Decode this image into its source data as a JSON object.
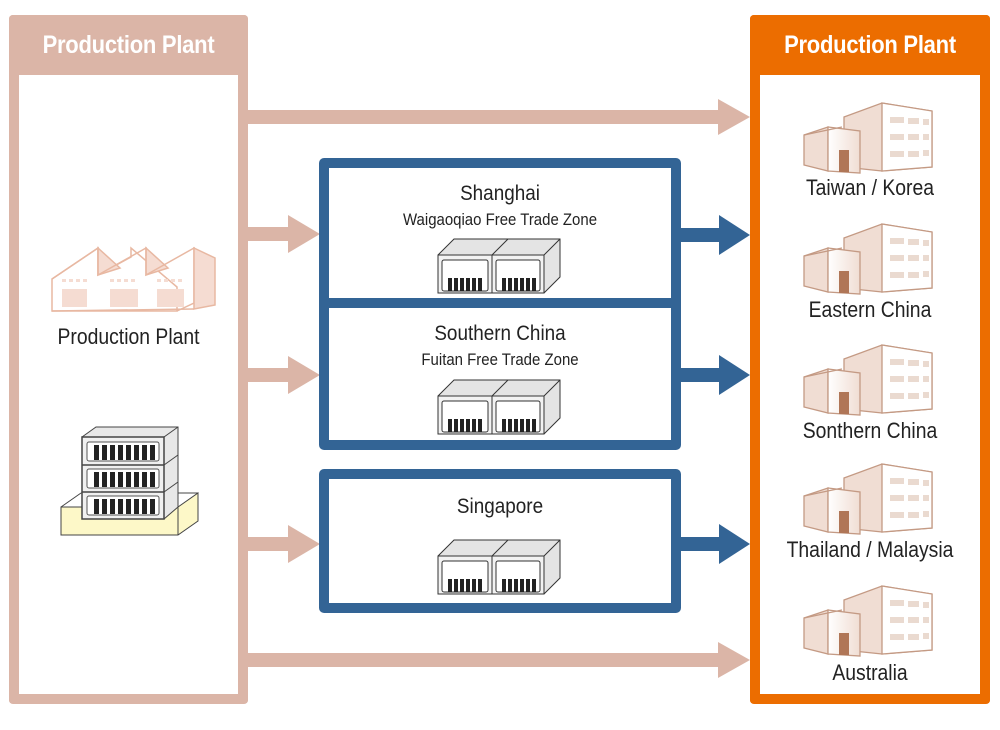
{
  "source_panel": {
    "header": "Production Plant",
    "plant_label": "Production Plant",
    "icons": [
      "factory-icon",
      "warehouse-rack-icon"
    ]
  },
  "hubs": [
    {
      "title": "Shanghai",
      "subtitle": "Waigaoqiao Free Trade Zone",
      "icon": "warehouse-storage-icon"
    },
    {
      "title": "Southern China",
      "subtitle": "Fuitan Free Trade Zone",
      "icon": "warehouse-storage-icon"
    },
    {
      "title": "Singapore",
      "subtitle": "",
      "icon": "warehouse-storage-icon"
    }
  ],
  "destination_panel": {
    "header": "Production Plant",
    "destinations": [
      {
        "label": "Taiwan / Korea",
        "icon": "building-icon"
      },
      {
        "label": "Eastern China",
        "icon": "building-icon"
      },
      {
        "label": "Sonthern China",
        "icon": "building-icon"
      },
      {
        "label": "Thailand / Malaysia",
        "icon": "building-icon"
      },
      {
        "label": "Australia",
        "icon": "building-icon"
      }
    ]
  },
  "colors": {
    "source": "#dbb5a7",
    "destination": "#ec6d00",
    "hub": "#336495"
  },
  "flows": [
    {
      "from": "Production Plant",
      "to": "Production Plant (direct, top)",
      "color": "source"
    },
    {
      "from": "Production Plant",
      "to": "Shanghai",
      "color": "source"
    },
    {
      "from": "Production Plant",
      "to": "Southern China",
      "color": "source"
    },
    {
      "from": "Production Plant",
      "to": "Singapore",
      "color": "source"
    },
    {
      "from": "Production Plant",
      "to": "Production Plant (direct, bottom)",
      "color": "source"
    },
    {
      "from": "Shanghai",
      "to": "Production Plant",
      "color": "hub"
    },
    {
      "from": "Southern China",
      "to": "Production Plant",
      "color": "hub"
    },
    {
      "from": "Singapore",
      "to": "Production Plant",
      "color": "hub"
    }
  ]
}
